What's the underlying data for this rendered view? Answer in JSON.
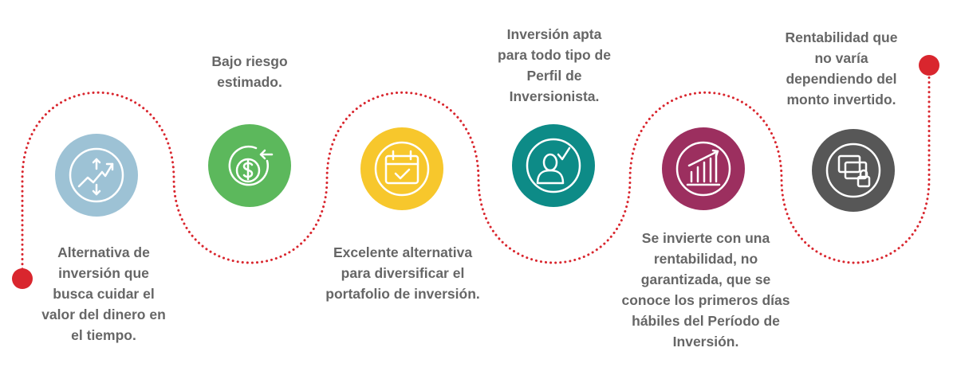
{
  "steps": [
    {
      "text": "Alternativa de\ninversión que\nbusca cuidar el\nvalor del dinero en\nel tiempo.",
      "color": "#9dc2d5",
      "icon": "trend-up-down-icon"
    },
    {
      "text": "Bajo riesgo\nestimado.",
      "color": "#5cb85c",
      "icon": "dollar-return-icon"
    },
    {
      "text": "Excelente alternativa\npara diversificar el\nportafolio de inversión.",
      "color": "#f7c72c",
      "icon": "calendar-check-icon"
    },
    {
      "text": "Inversión apta\npara todo tipo de\nPerfil de\nInversionista.",
      "color": "#0d8b87",
      "icon": "user-check-icon"
    },
    {
      "text": "Se invierte con una\nrentabilidad, no\ngarantizada, que se\nconoce los primeros días\nhábiles del Período de\nInversión.",
      "color": "#9c2f5f",
      "icon": "bar-chart-growth-icon"
    },
    {
      "text": "Rentabilidad que\nno varía\ndependiendo del\nmonto invertido.",
      "color": "#575757",
      "icon": "locked-documents-icon"
    }
  ],
  "colors": {
    "path": "#d9262e",
    "endpoint": "#d9262e",
    "text": "#666666"
  }
}
